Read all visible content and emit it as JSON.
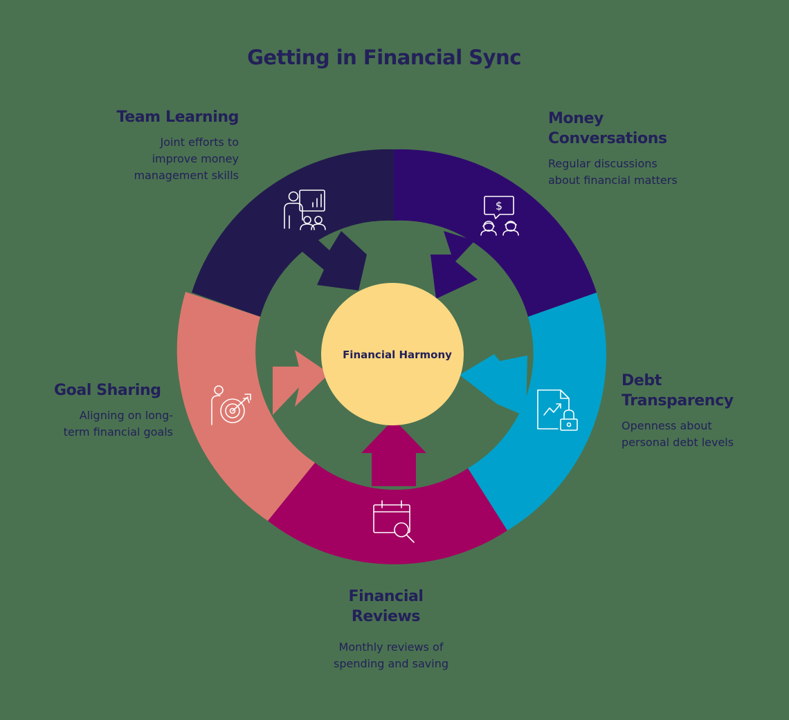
{
  "title": "Getting in Financial Sync",
  "center": {
    "label": "Financial Harmony",
    "color": "#fcd882"
  },
  "colors": {
    "background": "#4a7250",
    "text": "#23205a",
    "team_learning": "#221a4e",
    "money_conversations": "#2f0a6e",
    "debt_transparency": "#00a1cc",
    "financial_reviews": "#a20161",
    "goal_sharing": "#dd7870"
  },
  "segments": {
    "team_learning": {
      "title": "Team Learning",
      "description": [
        "Joint efforts to",
        "improve money",
        "management skills"
      ],
      "icon": "presentation-icon"
    },
    "money_conversations": {
      "title": [
        "Money",
        "Conversations"
      ],
      "description": [
        "Regular discussions",
        "about financial matters"
      ],
      "icon": "conversation-icon"
    },
    "debt_transparency": {
      "title": [
        "Debt",
        "Transparency"
      ],
      "description": [
        "Openness about",
        "personal debt levels"
      ],
      "icon": "locked-document-icon"
    },
    "financial_reviews": {
      "title": [
        "Financial",
        "Reviews"
      ],
      "description": [
        "Monthly reviews of",
        "spending and saving"
      ],
      "icon": "calendar-search-icon"
    },
    "goal_sharing": {
      "title": "Goal Sharing",
      "description": [
        "Aligning on long-",
        "term financial goals"
      ],
      "icon": "target-icon"
    }
  }
}
